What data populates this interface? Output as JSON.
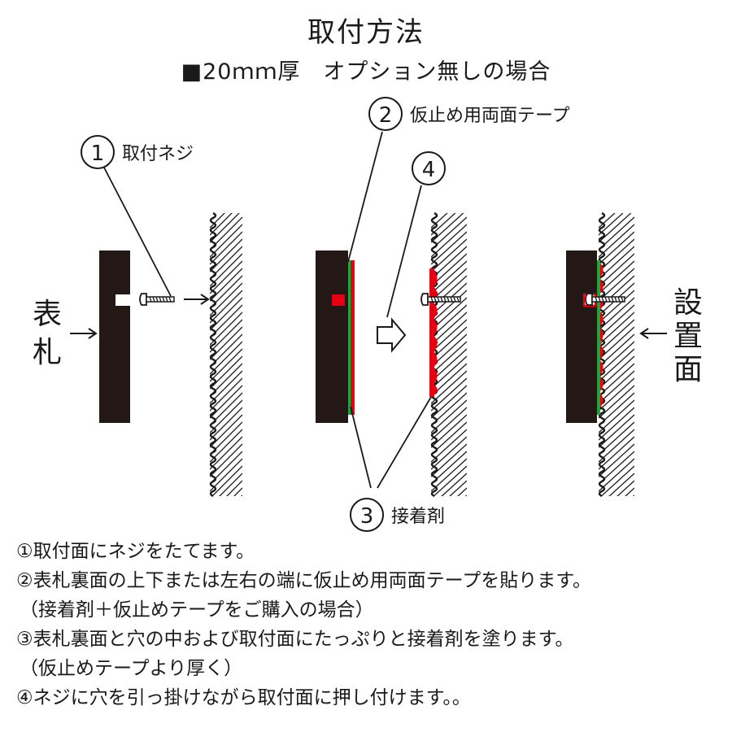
{
  "title": "取付方法",
  "subtitle": "■20ｍｍ厚　オプション無しの場合",
  "labels": {
    "screw_num": "①",
    "screw": "取付ネジ",
    "tape_num": "②",
    "tape": "仮止め用両面テープ",
    "step4_num": "④",
    "adhesive_num": "③",
    "adhesive": "接着剤",
    "sign": [
      "表",
      "札"
    ],
    "surface": [
      "設",
      "置",
      "面"
    ]
  },
  "colors": {
    "board": "#231815",
    "tape": "#22a33a",
    "adhesive": "#e60012",
    "ink": "#1a1a1a"
  },
  "instructions": [
    "①取付面にネジをたてます。",
    "②表札裏面の上下または左右の端に仮止め用両面テープを貼ります。",
    "（接着剤＋仮止めテープをご購入の場合）",
    "③表札裏面と穴の中および取付面にたっぷりと接着剤を塗ります。",
    "（仮止めテープより厚く）",
    "④ネジに穴を引っ掛けながら取付面に押し付けます。。"
  ]
}
